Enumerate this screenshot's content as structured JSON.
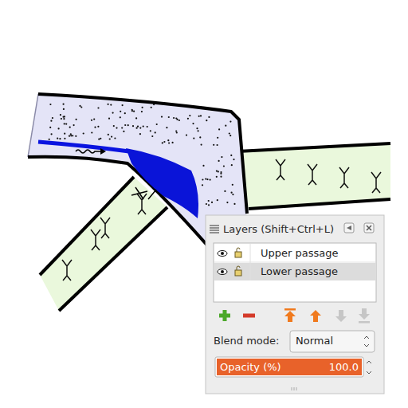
{
  "diagram": {
    "labels": [
      "Layers (Shift+Ctrl+L)",
      "Upper passage",
      "Lower passage",
      "Blend mode:",
      "Normal",
      "Opacity (%)",
      "100.0"
    ]
  }
}
